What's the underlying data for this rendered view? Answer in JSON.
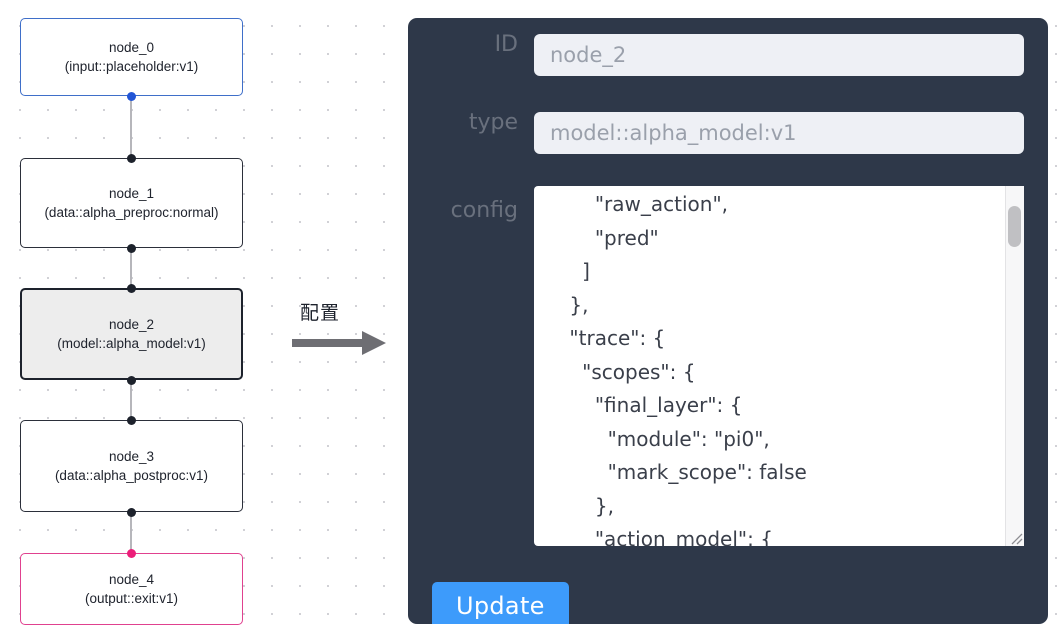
{
  "graph": {
    "nodes": [
      {
        "id": "node_0",
        "type": "(input::placeholder:v1)",
        "kind": "input",
        "selected": false
      },
      {
        "id": "node_1",
        "type": "(data::alpha_preproc:normal)",
        "kind": "default",
        "selected": false
      },
      {
        "id": "node_2",
        "type": "(model::alpha_model:v1)",
        "kind": "default",
        "selected": true
      },
      {
        "id": "node_3",
        "type": "(data::alpha_postproc:v1)",
        "kind": "default",
        "selected": false
      },
      {
        "id": "node_4",
        "type": "(output::exit:v1)",
        "kind": "output",
        "selected": false
      }
    ],
    "colors": {
      "input_border": "#3f6fc9",
      "output_border": "#e0418f",
      "default_border": "#2b2f3a",
      "selected_fill": "#ededed",
      "edge": "#b6b6bb",
      "handle": "#1d222c",
      "handle_input": "#2255d6",
      "handle_output": "#ec1e79"
    }
  },
  "annotation": {
    "label": "配置",
    "arrow_icon": "right-arrow-icon",
    "arrow_color": "#6e6e73"
  },
  "panel": {
    "background": "#2e3849",
    "fields": {
      "id": {
        "label": "ID",
        "value": "node_2",
        "placeholder": "node_2"
      },
      "type": {
        "label": "type",
        "value": "model::alpha_model:v1",
        "placeholder": "model::alpha_model:v1"
      },
      "config": {
        "label": "config",
        "value": "        \"raw_action\",\n        \"pred\"\n      ]\n    },\n    \"trace\": {\n      \"scopes\": {\n        \"final_layer\": {\n          \"module\": \"pi0\",\n          \"mark_scope\": false\n        },\n        \"action_model\": {",
        "scroll_thumb_position": "near-top"
      }
    },
    "update_button": {
      "label": "Update",
      "color": "#3d9bfb"
    }
  }
}
